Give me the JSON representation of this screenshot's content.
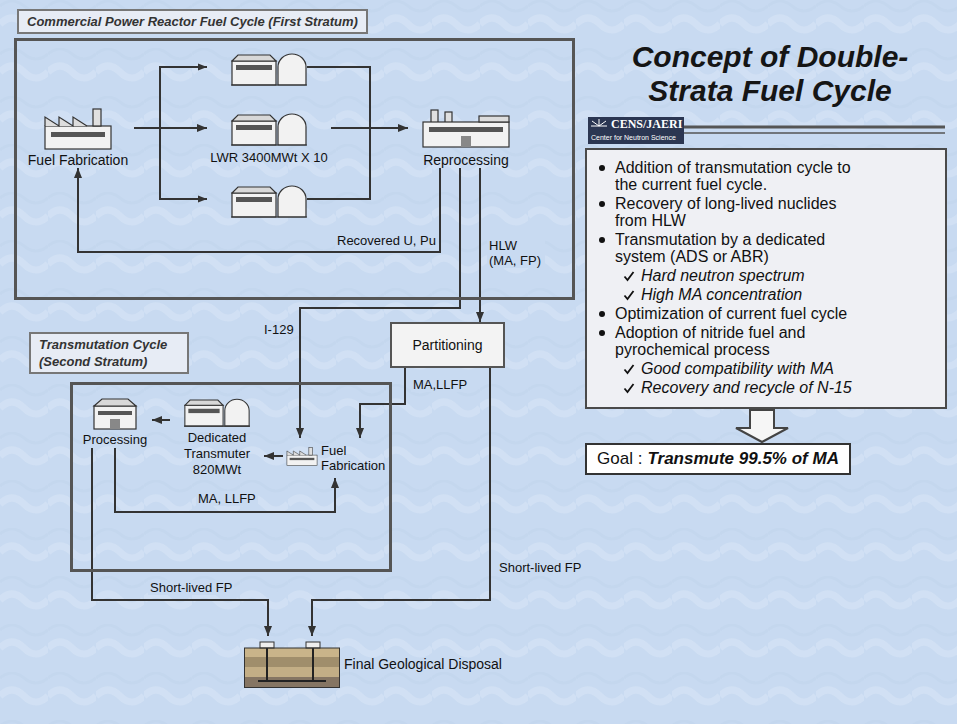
{
  "diagram": {
    "title": "Concept of Double-Strata Fuel Cycle",
    "nodes": [
      {
        "text": [
          "Commercial Power Reactor Fuel Cycle (First Stratum)"
        ]
      },
      {
        "text": [
          "Fuel Fabrication"
        ],
        "in": 0
      },
      {
        "text": [
          "LWR 3400MWt X 10"
        ],
        "in": 0
      },
      {
        "text": [
          "Reprocessing"
        ],
        "in": 0
      },
      {
        "text": [
          "Partitioning"
        ]
      },
      {
        "text": [
          "Transmutation Cycle (Second Stratum)"
        ]
      },
      {
        "text": [
          "Processing"
        ],
        "in": 5
      },
      {
        "text": [
          "Dedicated Transmuter 820MWt"
        ],
        "in": 5
      },
      {
        "text": [
          "Fuel Fabrication"
        ],
        "in": 5
      },
      {
        "text": [
          "Final Geological Disposal"
        ]
      },
      {
        "text": [
          "Addition of transmutation cycle to the current fuel cycle.",
          "Recovery of long-lived nuclides from HLW",
          "Transmutation by a dedicated system (ADS or ABR)",
          "Hard neutron spectrum",
          "High MA concentration",
          "Optimization of current fuel cycle",
          "Adoption of nitride fuel and pyrochemical process",
          "Good compatibility with MA",
          "Recovery and recycle of N-15"
        ]
      },
      {
        "text": [
          "Goal :",
          "Transmute 99.5% of MA"
        ]
      }
    ],
    "edges": [
      {
        "from": 1,
        "to": 2,
        "arrow": "to"
      },
      {
        "from": 2,
        "to": 3,
        "arrow": "to"
      },
      {
        "from": 3,
        "to": 1,
        "label": "Recovered U, Pu",
        "arrow": "to"
      },
      {
        "from": 3,
        "to": 4,
        "label": "HLW (MA, FP)",
        "arrow": "to"
      },
      {
        "from": 3,
        "to": 8,
        "label": "I-129",
        "arrow": "to"
      },
      {
        "from": 4,
        "to": 8,
        "label": "MA,LLFP",
        "arrow": "to"
      },
      {
        "from": 8,
        "to": 7,
        "arrow": "to"
      },
      {
        "from": 7,
        "to": 6,
        "arrow": "to"
      },
      {
        "from": 6,
        "to": 8,
        "label": "MA, LLFP",
        "arrow": "to"
      },
      {
        "from": 6,
        "to": 9,
        "label": "Short-lived FP",
        "arrow": "to"
      },
      {
        "from": 4,
        "to": 9,
        "label": "Short-lived FP",
        "arrow": "to"
      },
      {
        "from": 10,
        "to": 11,
        "arrow": "to"
      }
    ],
    "labels": [
      "CENS/JAERI",
      "Center for Neutron Science"
    ]
  }
}
